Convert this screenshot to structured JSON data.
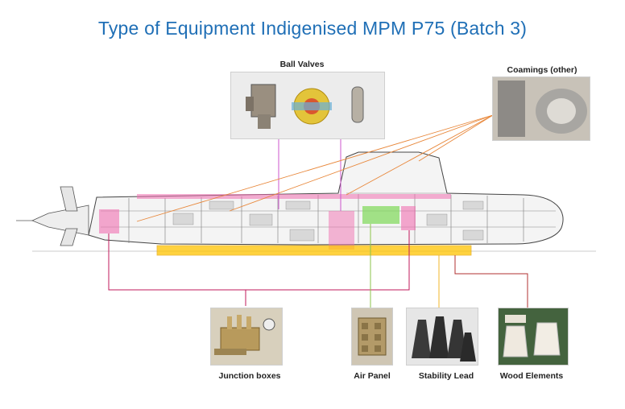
{
  "title": "Type of Equipment Indigenised MPM P75 (Batch 3)",
  "equipment": [
    {
      "label": "Ball Valves"
    },
    {
      "label": "Coamings (other)"
    },
    {
      "label": "Junction boxes"
    },
    {
      "label": "Air Panel"
    },
    {
      "label": "Stability Lead"
    },
    {
      "label": "Wood Elements"
    }
  ],
  "colors": {
    "title": "#1f6fb6",
    "ball_valves_line": "#cc55cc",
    "coamings_line": "#e8873a",
    "junction_line": "#c2185b",
    "air_panel_line": "#8bc34a",
    "stability_line": "#f0b429",
    "wood_line": "#b03030",
    "highlight_pink": "#f06fb0",
    "highlight_green": "#7ed957",
    "highlight_yellow": "#ffc400"
  }
}
